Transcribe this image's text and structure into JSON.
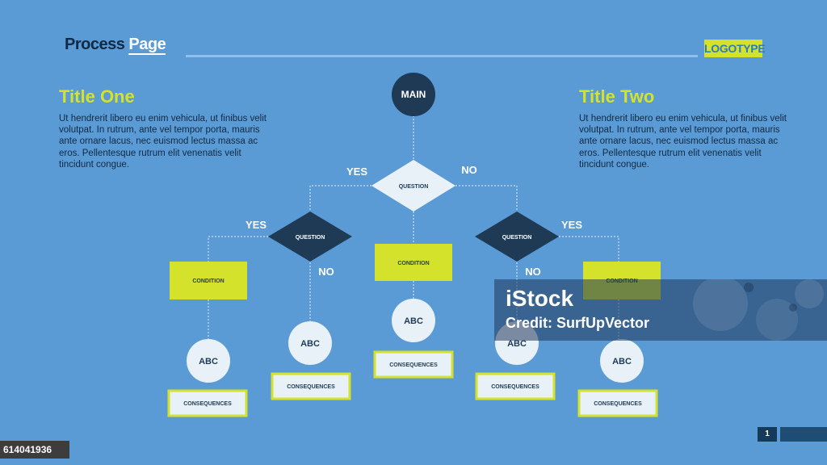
{
  "header": {
    "title_part1": "Process ",
    "title_part2": "Page",
    "logo": "LOGOTYPE"
  },
  "left_block": {
    "title": "Title One",
    "body": "Ut hendrerit libero eu enim vehicula, ut finibus velit volutpat. In rutrum, ante vel tempor porta, mauris ante ornare lacus, nec euismod lectus massa ac eros. Pellentesque rutrum elit venenatis velit tincidunt congue."
  },
  "right_block": {
    "title": "Title Two",
    "body": "Ut hendrerit libero eu enim vehicula, ut finibus velit volutpat. In rutrum, ante vel tempor porta, mauris ante ornare lacus, nec euismod lectus massa ac eros. Pellentesque rutrum elit venenatis velit tincidunt congue."
  },
  "flow": {
    "main": "MAIN",
    "question": "QUESTION",
    "yes": "YES",
    "no": "NO",
    "condition": "CONDITION",
    "abc": "ABC",
    "consequences": "CONSEQUENCES"
  },
  "colors": {
    "background": "#5B9BD5",
    "accent": "#D4E22C",
    "dark": "#1E3A55",
    "light": "#E8F0F8"
  },
  "watermark": {
    "brand": "iStock",
    "credit": "Credit: SurfUpVector"
  },
  "footer": {
    "page_number": "1",
    "stock_id": "614041936"
  }
}
